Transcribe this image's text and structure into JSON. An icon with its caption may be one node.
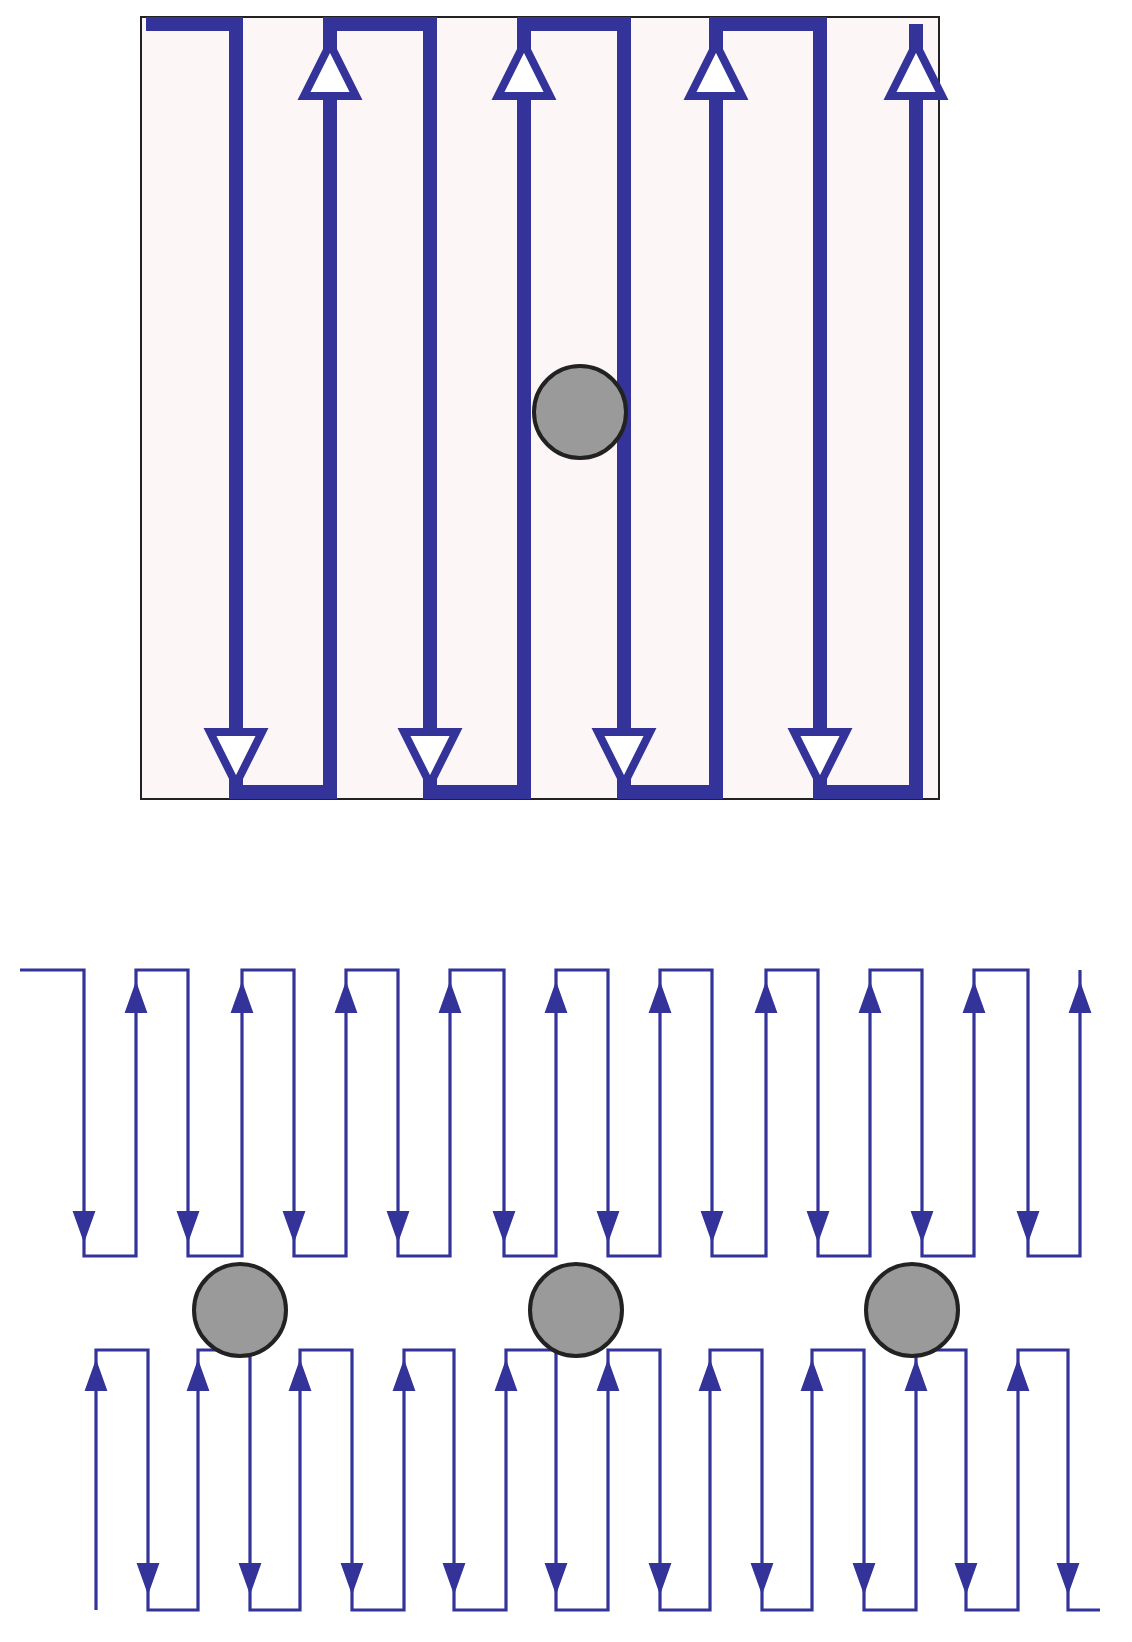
{
  "diagram": {
    "nodes": [
      {
        "text": [],
        "shape": "box"
      },
      {
        "text": [],
        "shape": "circle",
        "in": 0
      },
      {
        "text": [],
        "shape": "circle"
      },
      {
        "text": [],
        "shape": "circle"
      },
      {
        "text": [],
        "shape": "circle"
      }
    ]
  }
}
